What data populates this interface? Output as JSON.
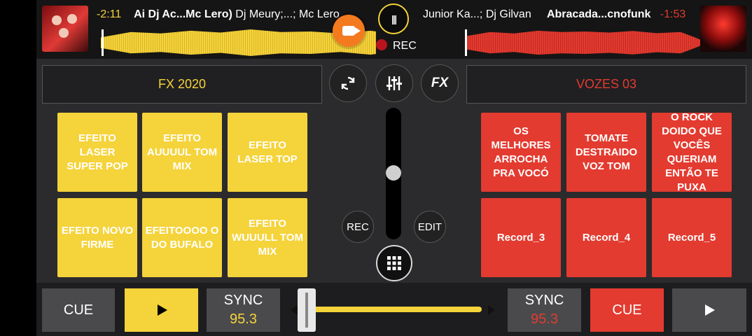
{
  "deck_a": {
    "time": "-2:11",
    "title": "Ai Dj Ac...Mc Lero)",
    "artist": "Dj Meury;...; Mc Lero",
    "fx_name": "FX 2020"
  },
  "deck_b": {
    "artist": "Junior Ka...; Dj Gilvan",
    "title": "Abracada...cnofunk",
    "time": "-1:53",
    "fx_name": "VOZES 03"
  },
  "center": {
    "rec_label": "REC",
    "fx_label": "FX",
    "rec_button": "REC",
    "edit_button": "EDIT"
  },
  "pads_left": [
    "EFEITO LASER SUPER POP",
    "EFEITO AUUUUL TOM MIX",
    "EFEITO LASER TOP",
    "EFEITO NOVO FIRME",
    "EFEITOOOO O DO BUFALO",
    "EFEITO WUUULL TOM MIX"
  ],
  "pads_right": [
    "OS MELHORES ARROCHA PRA VOCÓ",
    "TOMATE DESTRAIDO VOZ TOM",
    "O ROCK DOIDO QUE VOCÊS QUERIAM ENTÃO TE PUXA",
    "Record_3",
    "Record_4",
    "Record_5"
  ],
  "bottom": {
    "cue_left": "CUE",
    "sync_left": "SYNC",
    "bpm_left": "95.3",
    "sync_right": "SYNC",
    "bpm_right": "95.3",
    "cue_right": "CUE"
  },
  "colors": {
    "deck_a": "#f5d33a",
    "deck_b": "#e33b30",
    "rec_button": "#f47a1f"
  }
}
